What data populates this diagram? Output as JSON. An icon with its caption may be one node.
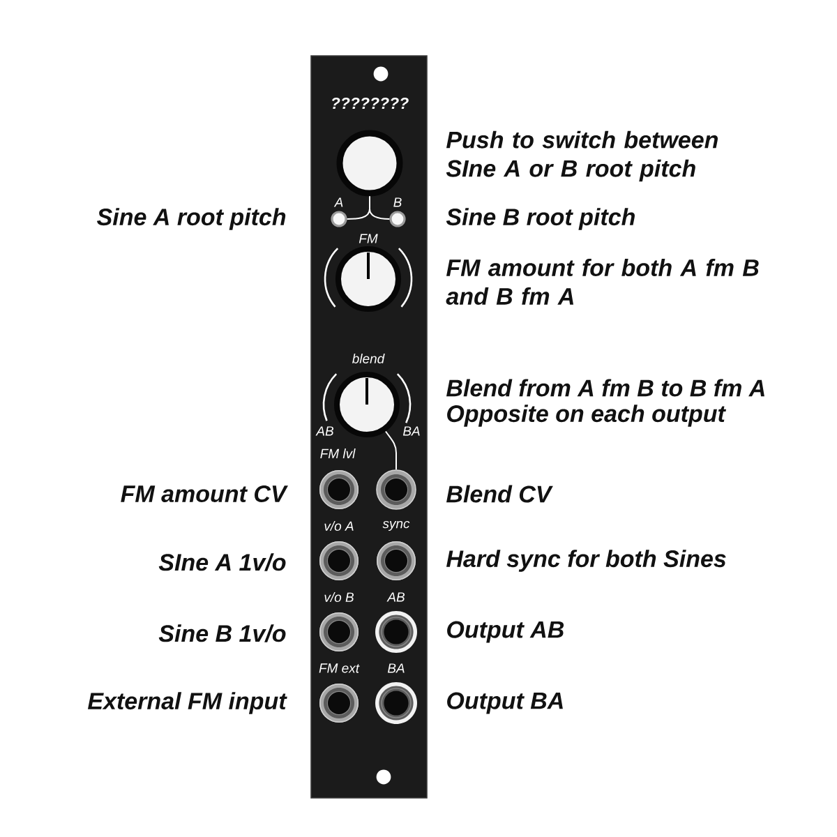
{
  "diagram": {
    "nodes": [
      {
        "text": [],
        "shape": "circle"
      },
      {
        "text": [],
        "shape": "circle",
        "beside": [
          "A"
        ]
      },
      {
        "text": [],
        "shape": "circle",
        "beside": [
          "B"
        ]
      },
      {
        "text": [],
        "shape": "circle",
        "beside": [
          "FM"
        ]
      },
      {
        "text": [],
        "shape": "circle",
        "beside": [
          "blend",
          "AB",
          "BA"
        ]
      },
      {
        "text": [],
        "shape": "circle"
      }
    ],
    "edges": [
      {
        "from": 0,
        "to": 1,
        "arrow": "none"
      },
      {
        "from": 0,
        "to": 2,
        "arrow": "none"
      },
      {
        "from": 4,
        "to": 5,
        "arrow": "none"
      }
    ],
    "labels": [
      "????????",
      "Push to switch between SIne A or B root pitch",
      "Sine A root pitch",
      "Sine B root pitch",
      "FM amount for both A fm B and B fm A",
      "Blend from A fm B to B fm A",
      "Opposite on each output",
      "FM lvl",
      "FM amount CV",
      "Blend CV",
      "v/o A",
      "sync",
      "SIne A 1v/o",
      "Hard sync for both Sines",
      "v/o B",
      "AB",
      "Sine B 1v/o",
      "Output AB",
      "FM ext",
      "BA",
      "External FM input",
      "Output BA"
    ]
  }
}
